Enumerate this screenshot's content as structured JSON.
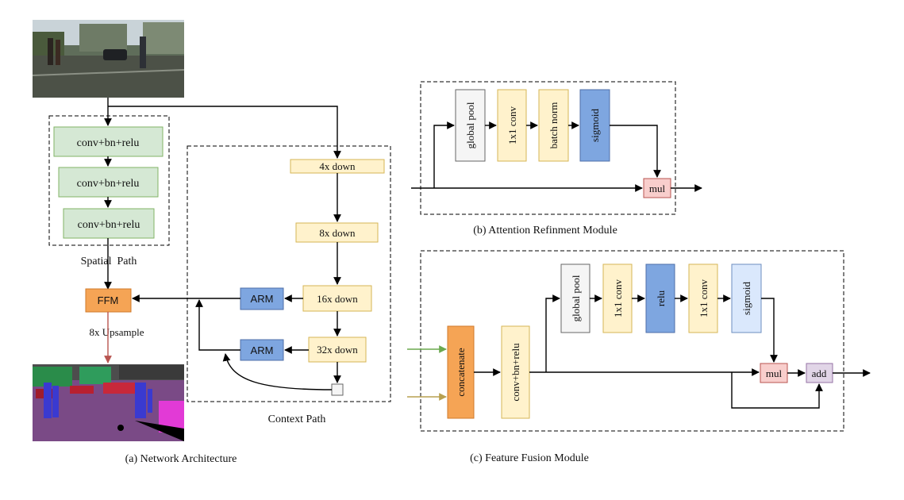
{
  "captions": {
    "network_architecture": "(a) Network Architecture",
    "attention_refinement": "(b) Attention Refinment Module",
    "feature_fusion": "(c) Feature Fusion Module"
  },
  "spatial_path": {
    "label": "Spatial  Path",
    "blocks": [
      "conv+bn+relu",
      "conv+bn+relu",
      "conv+bn+relu"
    ]
  },
  "context_path": {
    "label": "Context Path",
    "down_4x": "4x down",
    "down_8x": "8x down",
    "down_16x": "16x down",
    "down_32x": "32x down",
    "arm_16": "ARM",
    "arm_32": "ARM"
  },
  "ffm": {
    "label": "FFM",
    "upsample": "8x Upsample"
  },
  "arm_module": {
    "global_pool": "global pool",
    "conv1x1": "1x1 conv",
    "batch_norm": "batch norm",
    "sigmoid": "sigmoid",
    "mul": "mul"
  },
  "ffm_module": {
    "concatenate": "concatenate",
    "conv_bn_relu": "conv+bn+relu",
    "global_pool": "global pool",
    "conv1x1_a": "1x1 conv",
    "relu": "relu",
    "conv1x1_b": "1x1 conv",
    "sigmoid": "sigmoid",
    "mul": "mul",
    "add": "add"
  },
  "colors": {
    "green_fill": "#d5e8d4",
    "green_stroke": "#82b366",
    "yellow_fill": "#fff2cc",
    "yellow_stroke": "#d6b656",
    "blue_fill": "#7ea6e0",
    "blue_stroke": "#4f6fa8",
    "light_blue_fill": "#dae8fc",
    "light_blue_stroke": "#6c8ebf",
    "gray_fill": "#f5f5f5",
    "gray_stroke": "#666666",
    "red_fill": "#f8cecc",
    "red_stroke": "#b85450",
    "orange_fill": "#f5a455",
    "orange_stroke": "#d07a2a",
    "purple_fill": "#e1d5e7",
    "purple_stroke": "#9673a6"
  }
}
